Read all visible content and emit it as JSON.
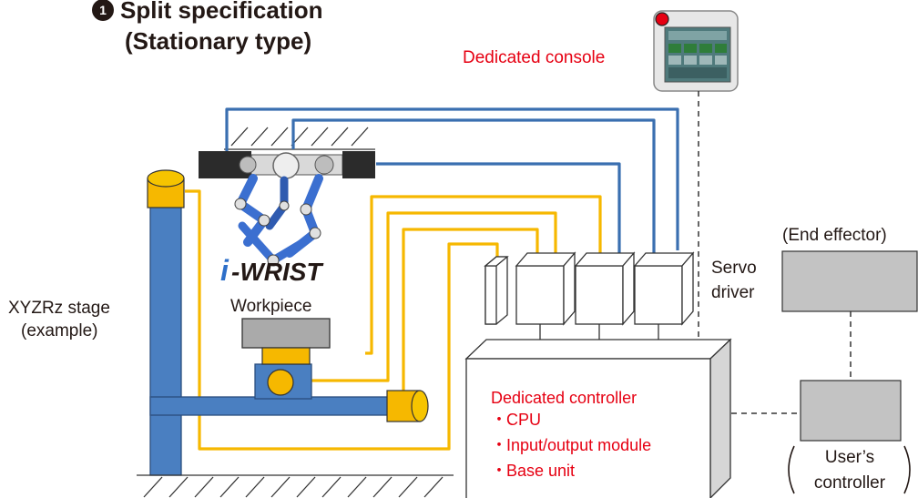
{
  "title": {
    "marker": "1",
    "line1": "Split specification",
    "line2": "(Stationary type)"
  },
  "console": {
    "label": "Dedicated console"
  },
  "stage": {
    "label_line1": "XYZRz stage",
    "label_line2": "(example)"
  },
  "logo": {
    "prefix": "i",
    "text": "-WRIST"
  },
  "workpiece": {
    "label": "Workpiece"
  },
  "servo": {
    "label_line1": "Servo",
    "label_line2": "driver"
  },
  "end_effector": {
    "label": "(End effector)"
  },
  "controller": {
    "title": "Dedicated controller",
    "items": [
      "CPU",
      "Input/output module",
      "Base unit"
    ]
  },
  "user_controller": {
    "label_line1": "User’s",
    "label_line2": "controller"
  },
  "colors": {
    "blue_wire": "#3a6fb0",
    "yellow_wire": "#f6b800",
    "red_text": "#e60012",
    "stage_blue": "#4a7fc1",
    "gray_box": "#c3c3c3"
  }
}
